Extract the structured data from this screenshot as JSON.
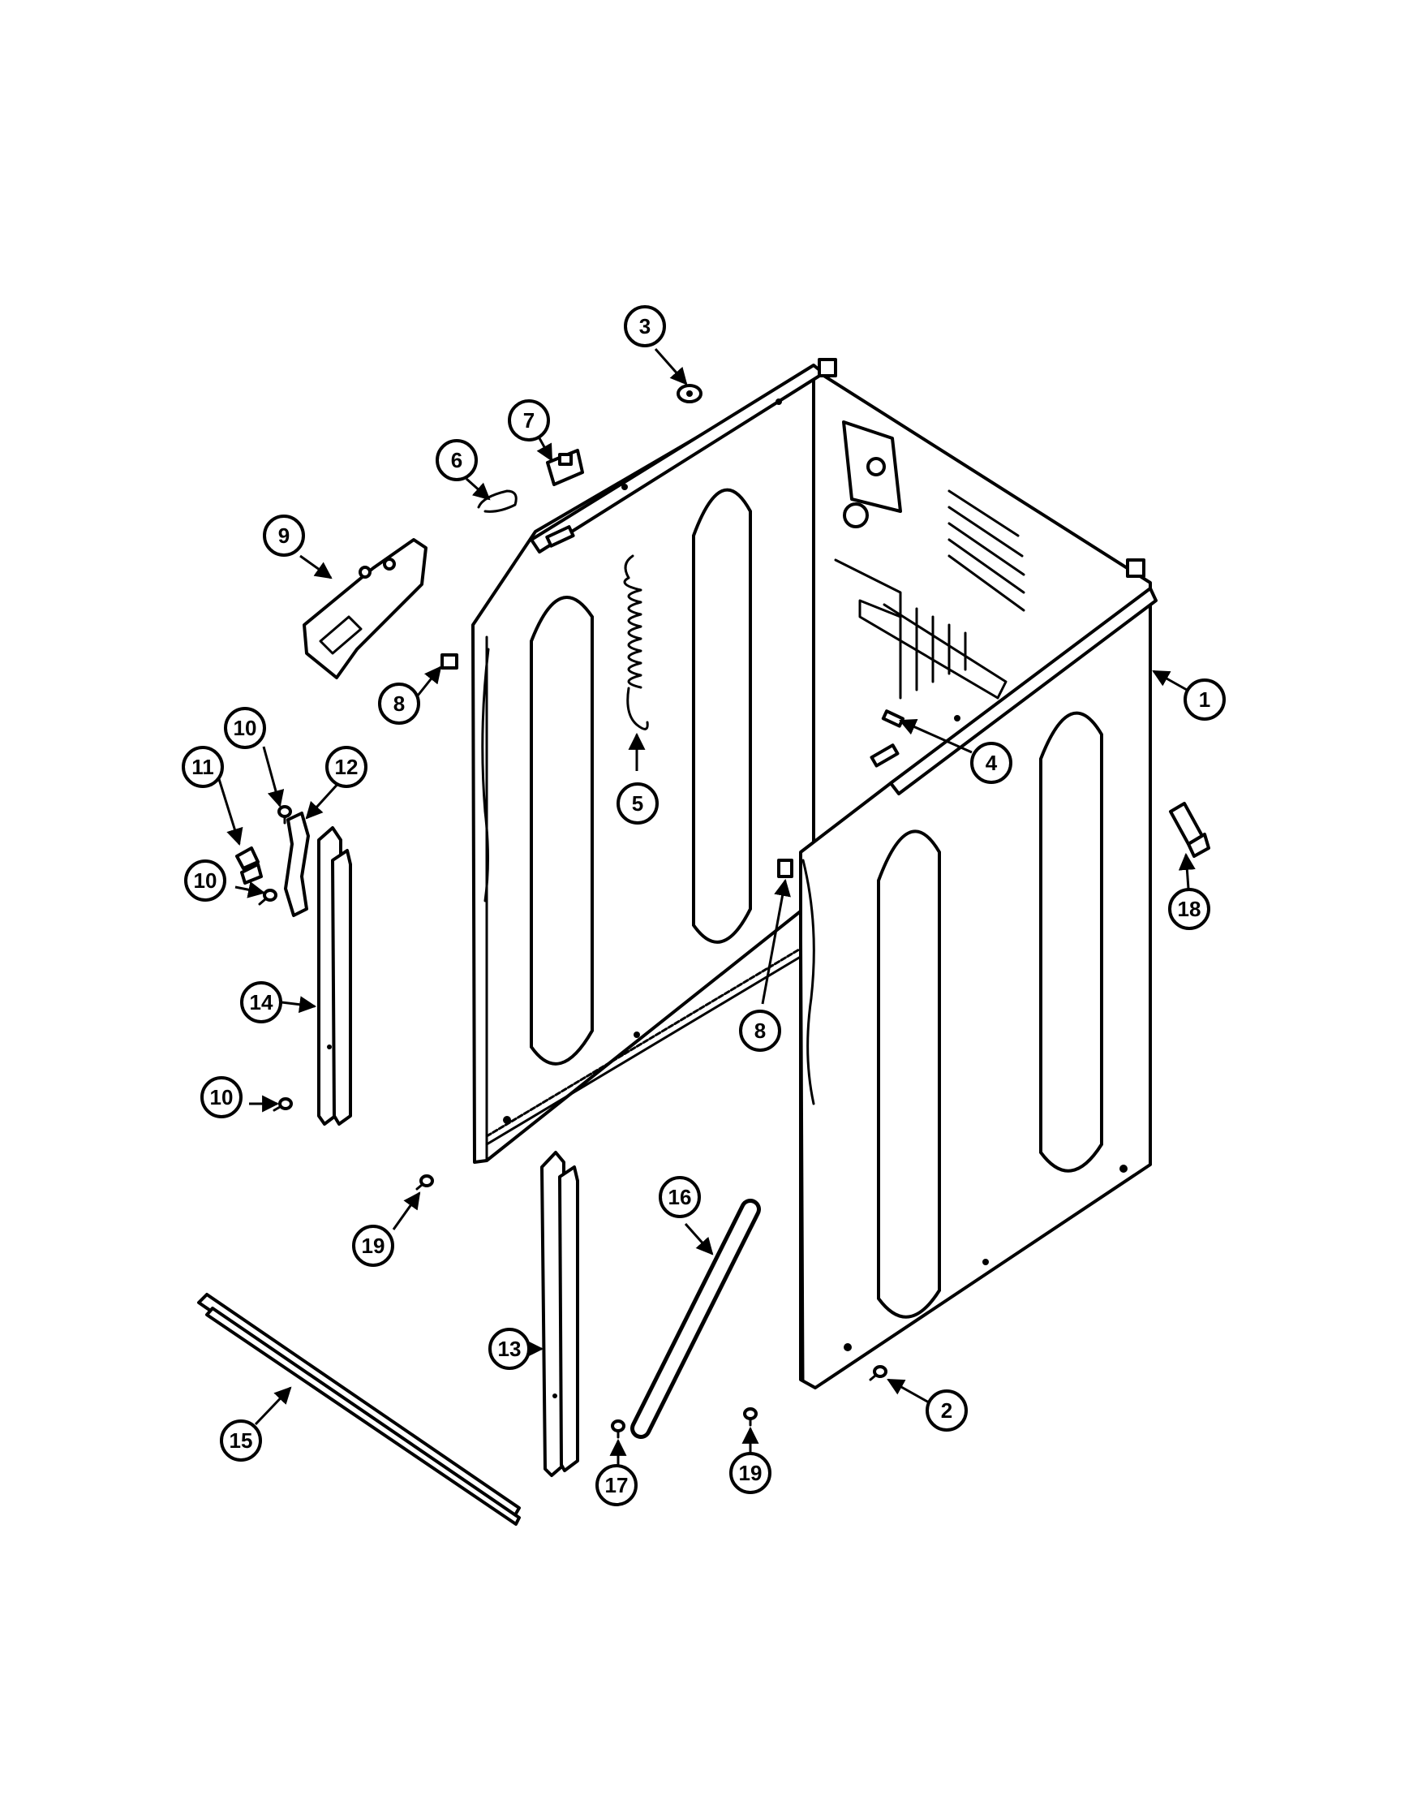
{
  "callouts": [
    {
      "id": "c1",
      "label": "1"
    },
    {
      "id": "c2",
      "label": "2"
    },
    {
      "id": "c3",
      "label": "3"
    },
    {
      "id": "c4",
      "label": "4"
    },
    {
      "id": "c5",
      "label": "5"
    },
    {
      "id": "c6",
      "label": "6"
    },
    {
      "id": "c7",
      "label": "7"
    },
    {
      "id": "c8a",
      "label": "8"
    },
    {
      "id": "c8b",
      "label": "8"
    },
    {
      "id": "c9",
      "label": "9"
    },
    {
      "id": "c10a",
      "label": "10"
    },
    {
      "id": "c10b",
      "label": "10"
    },
    {
      "id": "c10c",
      "label": "10"
    },
    {
      "id": "c11",
      "label": "11"
    },
    {
      "id": "c12",
      "label": "12"
    },
    {
      "id": "c13",
      "label": "13"
    },
    {
      "id": "c14",
      "label": "14"
    },
    {
      "id": "c15",
      "label": "15"
    },
    {
      "id": "c16",
      "label": "16"
    },
    {
      "id": "c17",
      "label": "17"
    },
    {
      "id": "c18",
      "label": "18"
    },
    {
      "id": "c19a",
      "label": "19"
    },
    {
      "id": "c19b",
      "label": "19"
    }
  ]
}
